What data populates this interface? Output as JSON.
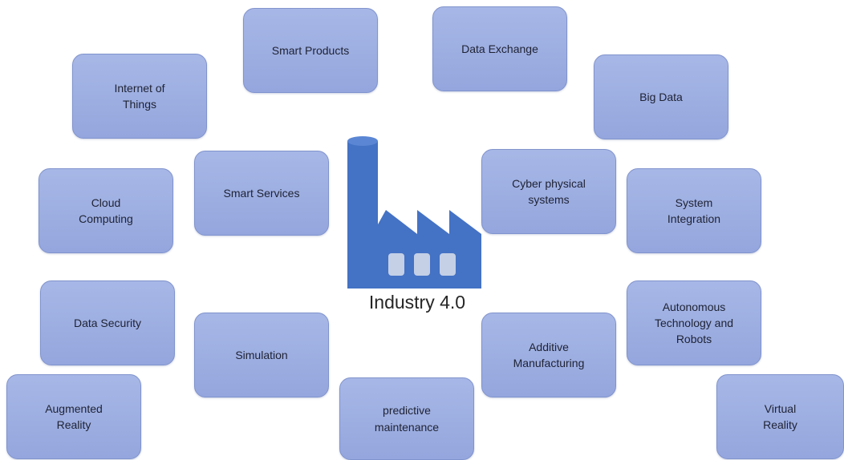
{
  "diagram": {
    "center": {
      "label": "Industry 4.0",
      "icon": "factory-icon",
      "icon_color": "#4472c4"
    },
    "box_color": "#9aabe0",
    "nodes": [
      {
        "id": "internet",
        "label": "Internet of\nThings"
      },
      {
        "id": "smart_products",
        "label": "Smart Products"
      },
      {
        "id": "data_exchange",
        "label": "Data Exchange"
      },
      {
        "id": "big_data",
        "label": "Big Data"
      },
      {
        "id": "cloud",
        "label": "Cloud\nComputing"
      },
      {
        "id": "smart_services",
        "label": "Smart Services"
      },
      {
        "id": "cps",
        "label": "Cyber physical\nsystems"
      },
      {
        "id": "system_integration",
        "label": "System\nIntegration"
      },
      {
        "id": "data_security",
        "label": "Data Security"
      },
      {
        "id": "simulation",
        "label": "Simulation"
      },
      {
        "id": "additive",
        "label": "Additive\nManufacturing"
      },
      {
        "id": "autonomous",
        "label": "Autonomous\nTechnology and\nRobots"
      },
      {
        "id": "ar",
        "label": "Augmented\nReality"
      },
      {
        "id": "predictive",
        "label": "predictive\nmaintenance"
      },
      {
        "id": "vr",
        "label": "Virtual\nReality"
      }
    ]
  }
}
